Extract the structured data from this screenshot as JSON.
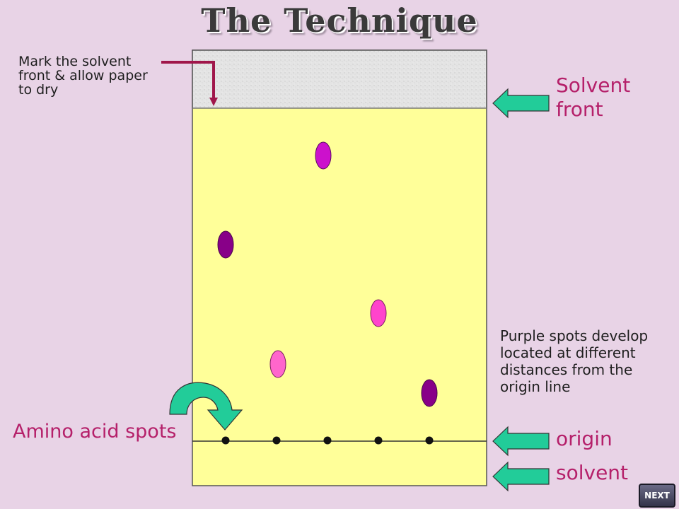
{
  "title": "The Technique",
  "labels": {
    "mark_solvent_front": "Mark the solvent front & allow paper to dry",
    "solvent_front": "Solvent front",
    "purple_spots": "Purple spots develop located at different distances from the origin line",
    "amino_acid_spots": "Amino acid spots",
    "origin": "origin",
    "solvent": "solvent"
  },
  "buttons": {
    "next": "NEXT"
  },
  "colors": {
    "paper": "#ffff99",
    "dry_zone": "#e6e6e6",
    "arrow_fill": "#22cc99",
    "pointer_line": "#a0164a",
    "label_accent": "#b5206a",
    "spot_magenta": "#cc11cc",
    "spot_dark_purple": "#880088",
    "spot_pink": "#ff44cc",
    "spot_light_pink": "#ff66cc",
    "origin_dot": "#111111"
  },
  "icons": {
    "side_arrow": "left-arrow-icon",
    "curved_arrow": "curved-arrow-icon"
  }
}
